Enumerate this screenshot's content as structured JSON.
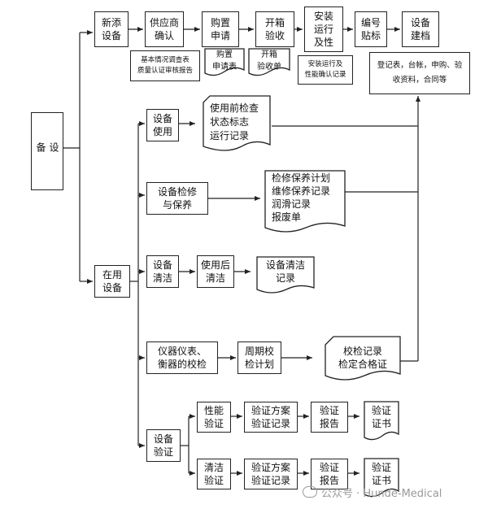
{
  "root": "设\n备",
  "top_row": {
    "new_equipment": "新添\n设备",
    "supplier_confirm": "供应商\n确认",
    "purchase_request": "购置\n申请",
    "unpack_accept": "开箱\n验收",
    "install_run": "安装\n运行\n及性",
    "number_label": "编号\n贴标",
    "equipment_file": "设备\n建档",
    "supplier_docs": "基本情况调查表\n质量认证审核报告",
    "purchase_form": "购置\n申请表",
    "unpack_form": "开箱\n验收单",
    "install_record": "安装运行及\n性能确认记录",
    "file_contents": "登记表，台帐，申购、验\n收资料，合同等"
  },
  "in_use": "在用\n设备",
  "use": {
    "label": "设备\n使用",
    "doc": "使用前检查\n状态标志\n运行记录"
  },
  "maintenance": {
    "label": "设备检修\n与保养",
    "doc": "检修保养计划\n维修保养记录\n润滑记录\n报废单"
  },
  "cleaning": {
    "label": "设备\n清洁",
    "after_use": "使用后\n清洁",
    "doc": "设备清洁\n记录"
  },
  "calibration": {
    "label": "仪器仪表、\n衡器的校检",
    "plan": "周期校\n检计划",
    "doc": "校检记录\n检定合格证"
  },
  "validation": {
    "label": "设备\n验证",
    "perf_label": "性能\n验证",
    "perf_plan": "验证方案\n验证记录",
    "perf_report": "验证\n报告",
    "perf_cert": "验证\n证书",
    "clean_label": "清洁\n验证",
    "clean_plan": "验证方案\n验证记录",
    "clean_report": "验证\n报告",
    "clean_cert": "验证\n证书"
  },
  "watermark": "公众号 · Hunde-Medical"
}
